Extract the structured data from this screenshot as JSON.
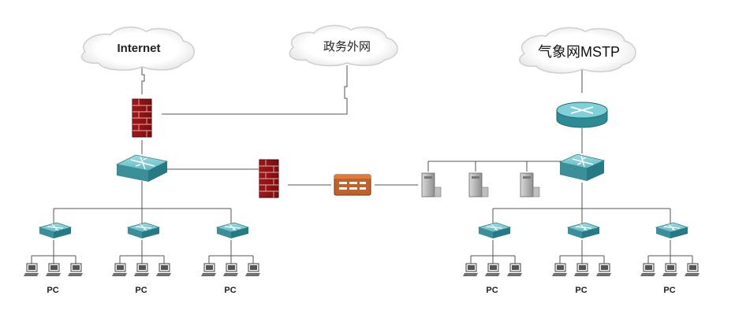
{
  "clouds": {
    "internet": "Internet",
    "gov_external": "政务外网",
    "meteo_mstp": "气象网MSTP"
  },
  "pc_label": "PC"
}
